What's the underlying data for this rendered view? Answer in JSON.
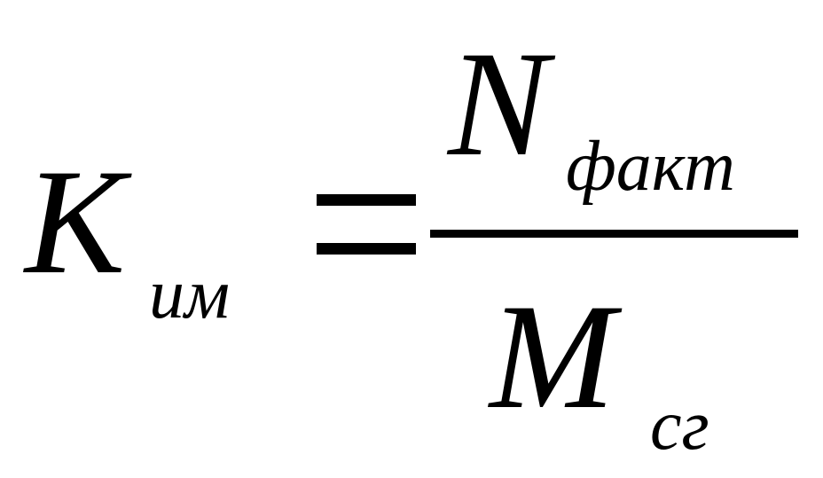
{
  "formula": {
    "lhs": {
      "symbol": "K",
      "subscript": "им"
    },
    "equals_sign": "=",
    "numerator": {
      "symbol": "N",
      "subscript": "факт"
    },
    "denominator": {
      "symbol": "M",
      "subscript": "сг"
    }
  }
}
